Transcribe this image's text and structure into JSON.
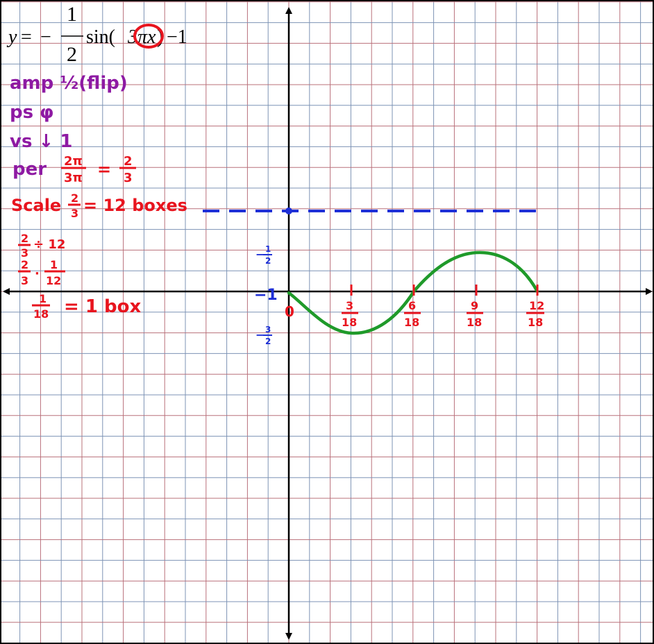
{
  "equation": {
    "lhs": "y",
    "eq": "=",
    "minus": "−",
    "frac_num": "1",
    "frac_den": "2",
    "trig": "sin(",
    "inner": "3πx",
    "close": ")",
    "tail": "−1"
  },
  "notes": {
    "amplitude": "amp ½(flip)",
    "phase": "ps φ",
    "vertical": "vs ↓ 1",
    "period_label": "per",
    "period_num": "2π",
    "period_den": "3π",
    "period_eq": "=",
    "period_res_num": "2",
    "period_res_den": "3",
    "scale_label": "Scale",
    "scale_num": "2",
    "scale_den": "3",
    "scale_rest": "= 12 boxes",
    "step1_num": "2",
    "step1_den": "3",
    "step1_rest": "÷ 12",
    "step2_num": "2",
    "step2_den": "3",
    "step2_op": "·",
    "step2_num2": "1",
    "step2_den2": "12",
    "result_num": "1",
    "result_den": "18",
    "result_rest": "= 1 box"
  },
  "y_labels": {
    "top_num": "1",
    "top_den": "2",
    "top_sign": "−",
    "mid": "−1",
    "bot_num": "3",
    "bot_den": "2",
    "bot_sign": "−"
  },
  "x_labels": [
    {
      "num": "0",
      "den": ""
    },
    {
      "num": "3",
      "den": "18"
    },
    {
      "num": "6",
      "den": "18"
    },
    {
      "num": "9",
      "den": "18"
    },
    {
      "num": "12",
      "den": "18"
    }
  ],
  "colors": {
    "grid_red": "#b9707a",
    "grid_blue": "#7d93b5",
    "axis": "#000000",
    "red_ink": "#e8141e",
    "purple_ink": "#8e1aa3",
    "blue_ink": "#1e2fd6",
    "green_curve": "#1f9a2a"
  }
}
